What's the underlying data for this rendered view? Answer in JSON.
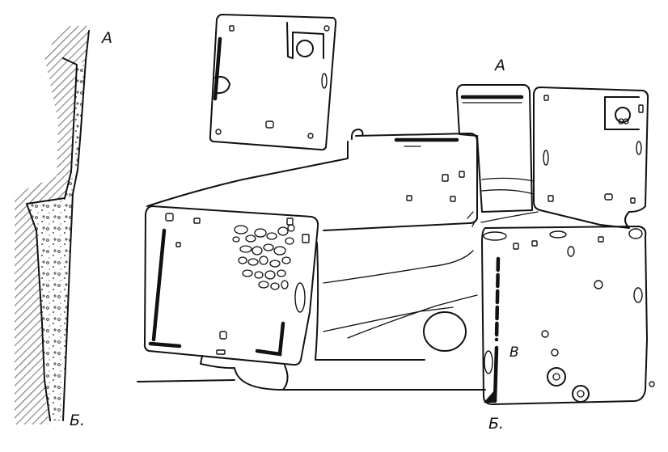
{
  "section": {
    "top_label": "А",
    "bottom_label": "Б."
  },
  "plan": {
    "top_label": "А",
    "bottom_label": "Б.",
    "inner_label": "В"
  }
}
